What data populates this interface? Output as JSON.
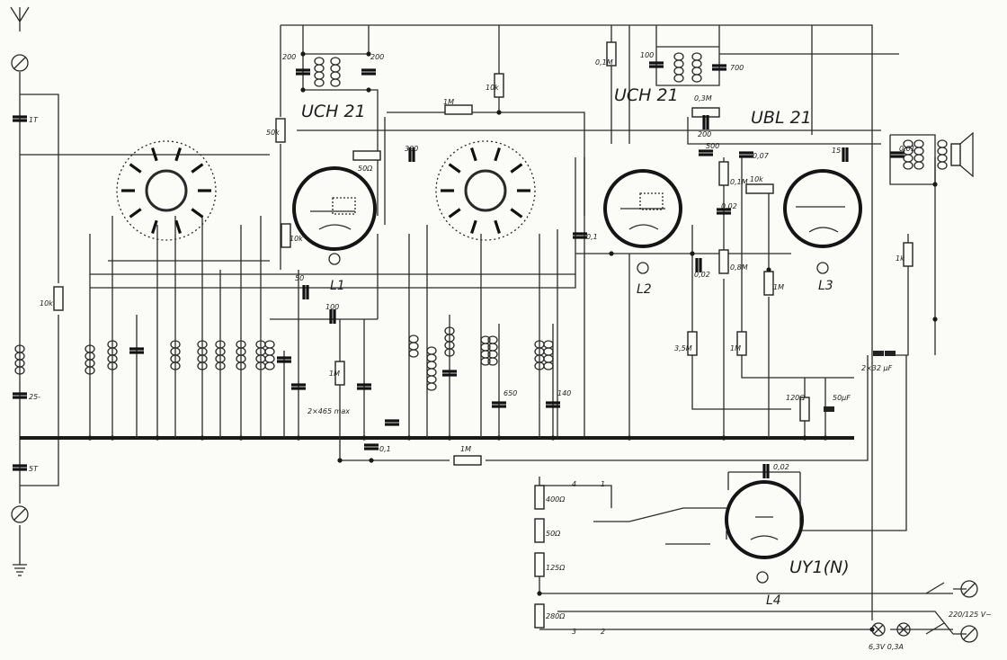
{
  "tubes": {
    "mixer": {
      "type": "UCH 21",
      "ref": "L1"
    },
    "if_amp": {
      "type": "UCH 21",
      "ref": "L2"
    },
    "output": {
      "type": "UBL 21",
      "ref": "L3"
    },
    "rectifier": {
      "type": "UY1(N)",
      "ref": "L4"
    }
  },
  "antenna": {
    "c1": "1T",
    "c2": "25-",
    "c3": "5T",
    "r1": "10k"
  },
  "if1": {
    "c_left": "200",
    "c_right": "200"
  },
  "if2": {
    "c_left": "100",
    "c_right": "700"
  },
  "components": {
    "r_50k": "50k",
    "r_10k_top": "10k",
    "r_1M_top": "1M",
    "r_01M_top": "0,1M",
    "c_300": "300",
    "r_50ohm": "50Ω",
    "r_10k_l1": "10k",
    "c_50": "50",
    "c_100": "100",
    "r_1M_grid": "1M",
    "tuning_cap": "2×465 max",
    "c_01_ground": "0,1",
    "r_1M_bottom": "1M",
    "c_01_l2": "0,1",
    "r_03M": "0,3M",
    "c_200": "200",
    "c_500": "500",
    "c_007": "0,07",
    "r_01M_mid": "0,1M",
    "c_002_mid": "0,02",
    "c_002_left": "0,02",
    "pot_08M": "0,8M",
    "r_10k_l3": "10k",
    "c_15": "15",
    "r_1M_l3": "1M",
    "c_001_speaker": "0,01",
    "r_1k": "1k",
    "r_35M": "3,5M",
    "r_1M_right": "1M",
    "cap_2x32": "2×32 μF",
    "r_120ohm": "120Ω",
    "cap_50uF": "50μF",
    "c_650": "650",
    "c_140": "140",
    "c_002_rect": "0,02"
  },
  "mains": {
    "r_400": "400Ω",
    "r_50": "50Ω",
    "r_125": "125Ω",
    "r_280": "280Ω",
    "tap_4": "4",
    "tap_1": "1",
    "tap_3": "3",
    "tap_2": "2",
    "voltage": "220/125 V~",
    "lamp": "6,3V 0,3A"
  }
}
